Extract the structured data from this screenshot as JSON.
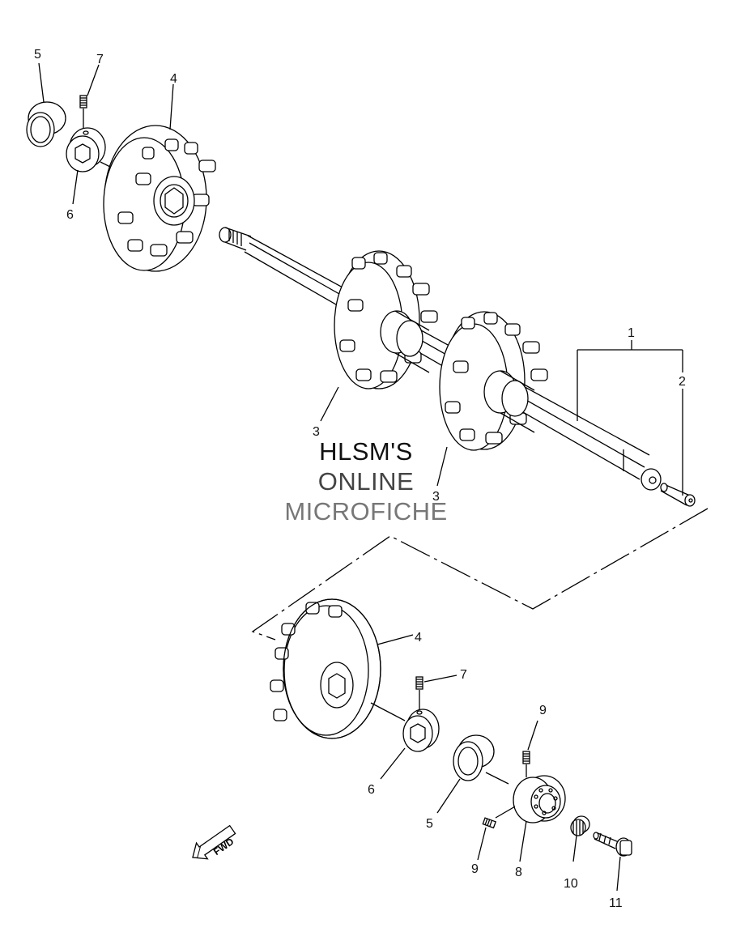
{
  "callouts": {
    "c5_top": "5",
    "c7_top": "7",
    "c4_top": "4",
    "c6_top": "6",
    "c1": "1",
    "c2": "2",
    "c3_left": "3",
    "c3_right": "3",
    "c4_bottom": "4",
    "c7_bottom": "7",
    "c9_top": "9",
    "c6_bottom": "6",
    "c5_bottom": "5",
    "c9_bottom": "9",
    "c8": "8",
    "c10": "10",
    "c11": "11"
  },
  "watermark": {
    "line1": "HLSM'S",
    "line2": "ONLINE",
    "line3": "MICROFICHE"
  },
  "fwd_label": "FWD",
  "colors": {
    "line": "#000000",
    "background": "#ffffff"
  }
}
